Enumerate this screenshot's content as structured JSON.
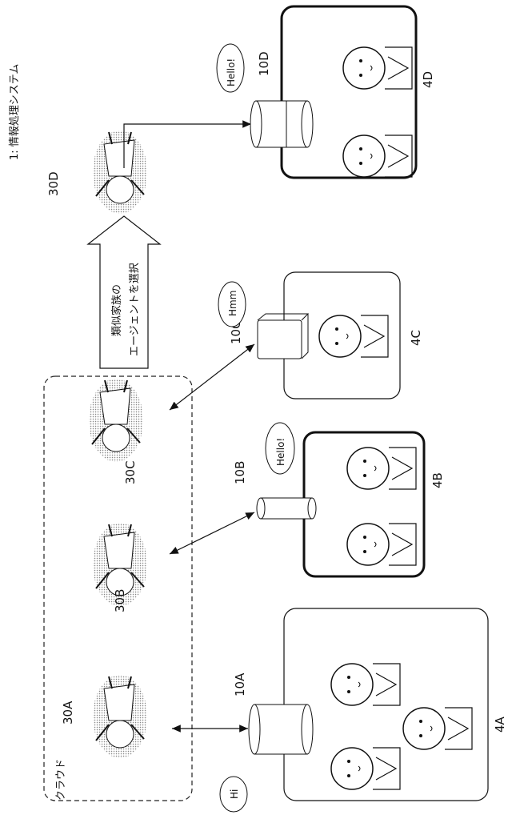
{
  "title": "1: 情報処理システム",
  "cloud_label": "クラウド",
  "selection_arrow": {
    "line1": "類似家族の",
    "line2": "エージェントを選択"
  },
  "agents": {
    "a": "30A",
    "b": "30B",
    "c": "30C",
    "d": "30D"
  },
  "devices": {
    "a": "10A",
    "b": "10B",
    "c": "10C",
    "d": "10D"
  },
  "homes": {
    "a": "4A",
    "b": "4B",
    "c": "4C",
    "d": "4D"
  },
  "speech": {
    "a": "Hi",
    "b": "Hello!",
    "c": "Hmm",
    "d": "Hello!"
  }
}
